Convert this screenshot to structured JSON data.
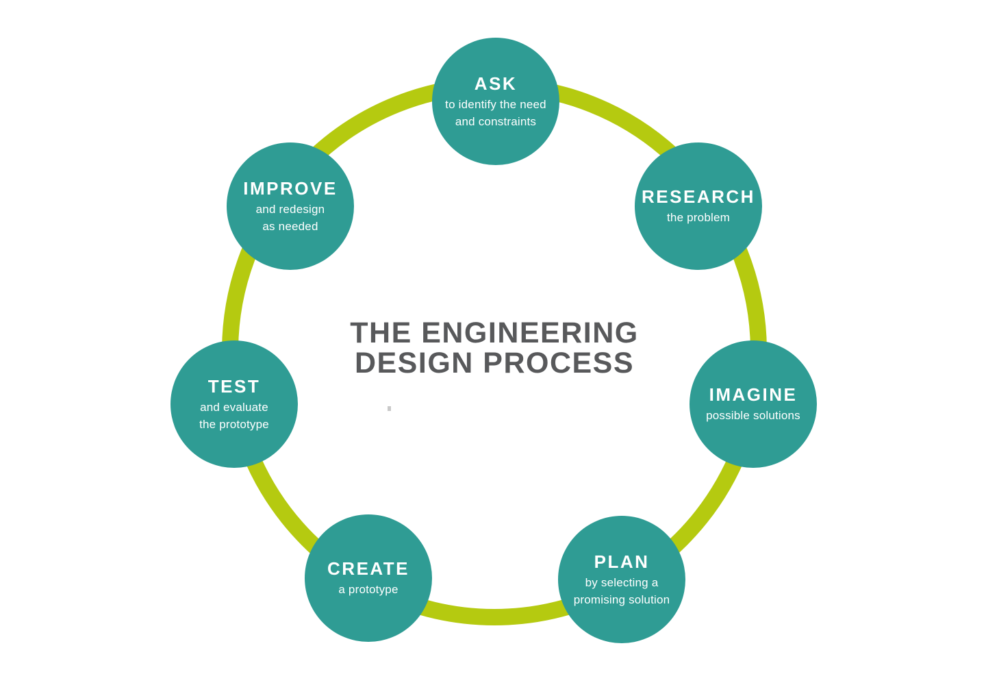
{
  "title": {
    "line1": "THE ENGINEERING",
    "line2": "DESIGN PROCESS"
  },
  "colors": {
    "circle-teal": "#2f9c94",
    "ring-green": "#b5ca10",
    "title-gray": "#58595b",
    "step-text": "#ffffff",
    "background": "#ffffff"
  },
  "steps": [
    {
      "label": "ASK",
      "desc_lines": [
        "to identify the need",
        "and constraints"
      ]
    },
    {
      "label": "RESEARCH",
      "desc_lines": [
        "the problem"
      ]
    },
    {
      "label": "IMAGINE",
      "desc_lines": [
        "possible solutions"
      ]
    },
    {
      "label": "PLAN",
      "desc_lines": [
        "by selecting a",
        "promising solution"
      ]
    },
    {
      "label": "CREATE",
      "desc_lines": [
        "a prototype"
      ]
    },
    {
      "label": "TEST",
      "desc_lines": [
        "and evaluate",
        "the prototype"
      ]
    },
    {
      "label": "IMPROVE",
      "desc_lines": [
        "and redesign",
        "as needed"
      ]
    }
  ]
}
